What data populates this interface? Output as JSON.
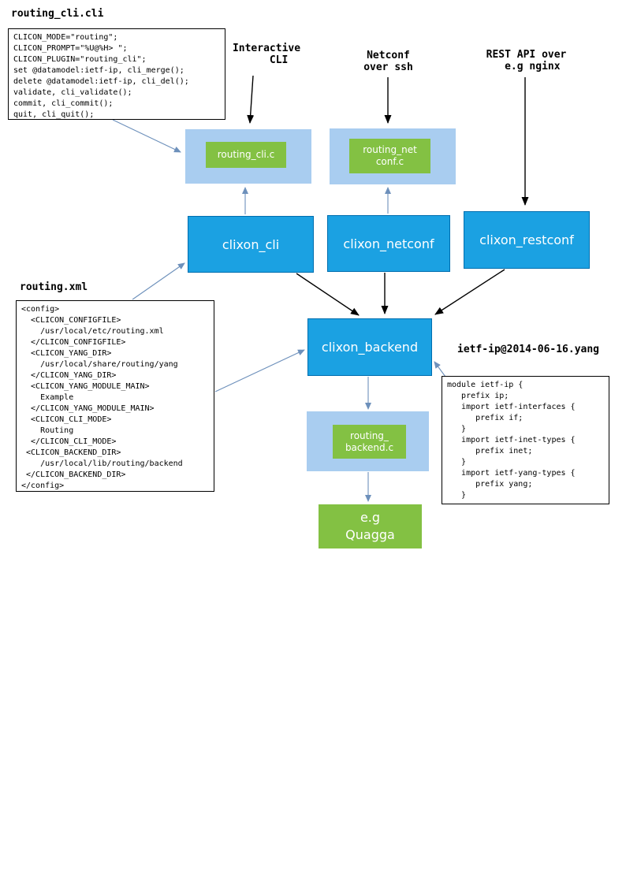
{
  "annotations": {
    "routing_cli_label": "routing_cli.cli",
    "interactive_cli": "Interactive\n    CLI",
    "netconf_over_ssh": "Netconf\nover ssh",
    "rest_api": "REST API over\n  e.g nginx",
    "routing_xml_label": "routing.xml",
    "yang_label": "ietf-ip@2014-06-16.yang"
  },
  "code": {
    "routing_cli_cli": "CLICON_MODE=\"routing\";\nCLICON_PROMPT=\"%U@%H> \";\nCLICON_PLUGIN=\"routing_cli\";\nset @datamodel:ietf-ip, cli_merge();\ndelete @datamodel:ietf-ip, cli_del();\nvalidate, cli_validate();\ncommit, cli_commit();\nquit, cli_quit();",
    "routing_xml": "<config>\n  <CLICON_CONFIGFILE>\n    /usr/local/etc/routing.xml\n  </CLICON_CONFIGFILE>\n  <CLICON_YANG_DIR>\n    /usr/local/share/routing/yang\n  </CLICON_YANG_DIR>\n  <CLICON_YANG_MODULE_MAIN>\n    Example\n  </CLICON_YANG_MODULE_MAIN>\n  <CLICON_CLI_MODE>\n    Routing\n  </CLICON_CLI_MODE>\n <CLICON_BACKEND_DIR>\n    /usr/local/lib/routing/backend\n </CLICON_BACKEND_DIR>\n</config>",
    "yang_module": "module ietf-ip {\n   prefix ip;\n   import ietf-interfaces {\n      prefix if;\n   }\n   import ietf-inet-types {\n      prefix inet;\n   }\n   import ietf-yang-types {\n      prefix yang;\n   }"
  },
  "nodes": {
    "clixon_cli": "clixon_cli",
    "clixon_netconf": "clixon_netconf",
    "clixon_restconf": "clixon_restconf",
    "clixon_backend": "clixon_backend",
    "routing_cli_c": "routing_cli.c",
    "routing_netconf_c": "routing_net\nconf.c",
    "routing_backend_c": "routing_\nbackend.c",
    "quagga": "e.g\nQuagga"
  },
  "colors": {
    "node_blue": "#1ba1e2",
    "node_blue_border": "#006eaf",
    "container_light_blue": "#a9cdf0",
    "plugin_green": "#83c143",
    "arrow_black": "#000000",
    "arrow_blue": "#6d90bb",
    "code_border": "#000000",
    "background": "#ffffff"
  }
}
